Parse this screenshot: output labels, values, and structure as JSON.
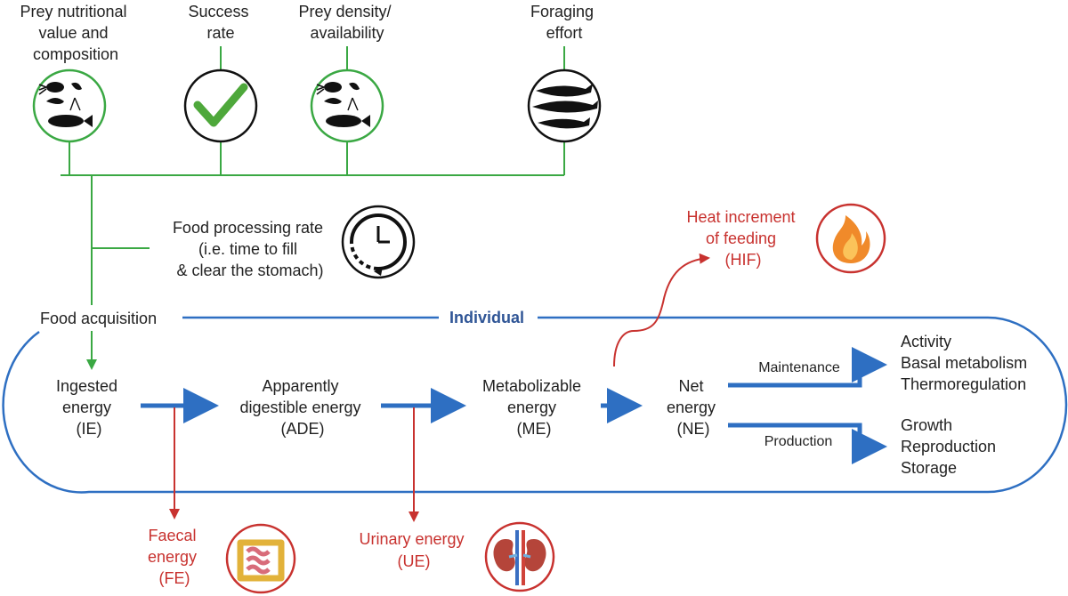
{
  "factors": {
    "prey_value": [
      "Prey nutritional",
      "value and",
      "composition"
    ],
    "success": [
      "Success",
      "rate"
    ],
    "prey_density": [
      "Prey density/",
      "availability"
    ],
    "effort": [
      "Foraging",
      "effort"
    ]
  },
  "processing": [
    "Food processing rate",
    "(i.e. time to fill",
    "& clear the stomach)"
  ],
  "acquisition": "Food acquisition",
  "individual": "Individual",
  "stages": {
    "ie": [
      "Ingested",
      "energy",
      "(IE)"
    ],
    "ade": [
      "Apparently",
      "digestible energy",
      "(ADE)"
    ],
    "me": [
      "Metabolizable",
      "energy",
      "(ME)"
    ],
    "ne": [
      "Net",
      "energy",
      "(NE)"
    ]
  },
  "losses": {
    "hif": [
      "Heat increment",
      "of feeding",
      "(HIF)"
    ],
    "fe": [
      "Faecal",
      "energy",
      "(FE)"
    ],
    "ue": [
      "Urinary energy",
      "(UE)"
    ]
  },
  "branches": {
    "maintenance": "Maintenance",
    "production": "Production",
    "maintenance_items": [
      "Activity",
      "Basal metabolism",
      "Thermoregulation"
    ],
    "production_items": [
      "Growth",
      "Reproduction",
      "Storage"
    ]
  },
  "icons": {
    "prey": "prey-silhouettes-icon",
    "check": "checkmark-icon",
    "whales": "whale-silhouettes-icon",
    "clock": "clock-icon",
    "flame": "flame-icon",
    "intestine": "intestine-icon",
    "kidney": "kidney-icon"
  },
  "colors": {
    "green": "#3aa843",
    "blue": "#2e6fc2",
    "red": "#c8322f",
    "text": "#222222"
  }
}
